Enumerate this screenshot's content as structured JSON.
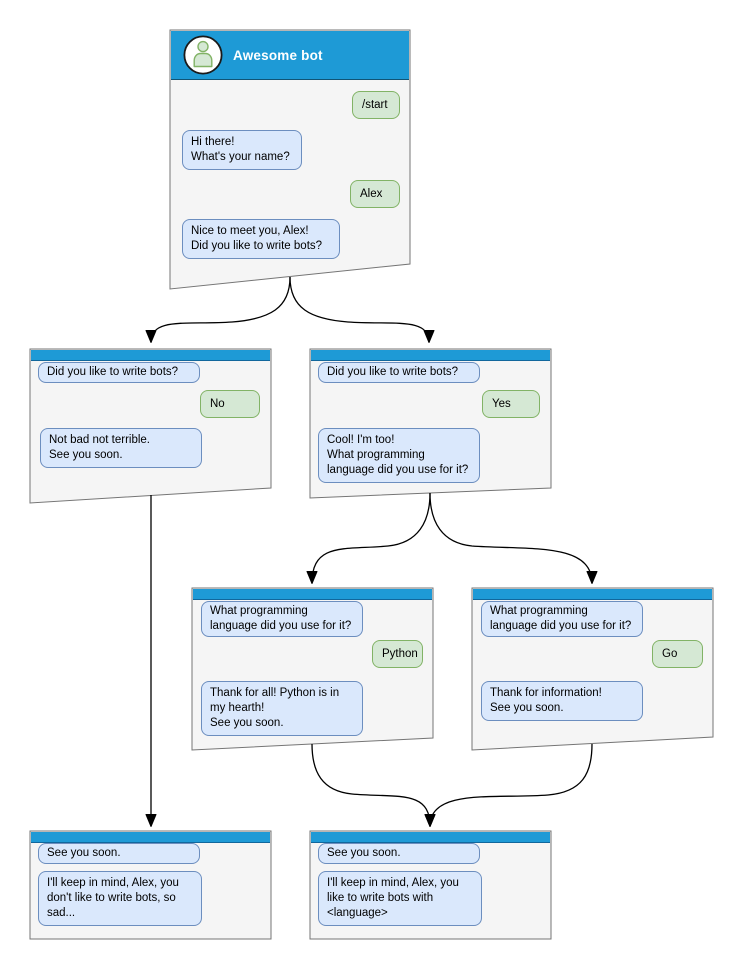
{
  "colors": {
    "header_blue": "#1e9ad6",
    "window_fill": "#f5f5f5",
    "window_border": "#757575",
    "bot_bubble_fill": "#dae8fc",
    "bot_bubble_border": "#6c8ebf",
    "user_bubble_fill": "#d5e8d4",
    "user_bubble_border": "#82b366",
    "arrow": "#000000"
  },
  "main_window": {
    "title": "Awesome bot",
    "avatar_icon": "person-icon",
    "messages": [
      {
        "from": "user",
        "text": "/start"
      },
      {
        "from": "bot",
        "text": "Hi there!\nWhat's your name?"
      },
      {
        "from": "user",
        "text": "Alex"
      },
      {
        "from": "bot",
        "text": "Nice to meet you, Alex!\nDid you like to write bots?"
      }
    ]
  },
  "branch_no": {
    "messages": [
      {
        "from": "bot",
        "text": "Did you like to write bots?"
      },
      {
        "from": "user",
        "text": "No"
      },
      {
        "from": "bot",
        "text": "Not bad not terrible.\nSee you soon."
      }
    ]
  },
  "branch_yes": {
    "messages": [
      {
        "from": "bot",
        "text": "Did you like to write bots?"
      },
      {
        "from": "user",
        "text": "Yes"
      },
      {
        "from": "bot",
        "text": "Cool! I'm too!\nWhat programming\nlanguage did you use for it?"
      }
    ]
  },
  "branch_python": {
    "messages": [
      {
        "from": "bot",
        "text": "What programming\nlanguage did you use for it?"
      },
      {
        "from": "user",
        "text": "Python"
      },
      {
        "from": "bot",
        "text": "Thank for all! Python is in\nmy hearth!\nSee you soon."
      }
    ]
  },
  "branch_go": {
    "messages": [
      {
        "from": "bot",
        "text": "What programming\nlanguage did you use for it?"
      },
      {
        "from": "user",
        "text": "Go"
      },
      {
        "from": "bot",
        "text": "Thank for information!\nSee you soon."
      }
    ]
  },
  "end_no": {
    "messages": [
      {
        "from": "bot",
        "text": "See you soon."
      },
      {
        "from": "bot",
        "text": "I'll keep in mind, Alex, you\ndon't like to write bots, so\nsad..."
      }
    ]
  },
  "end_language": {
    "messages": [
      {
        "from": "bot",
        "text": "See you soon."
      },
      {
        "from": "bot",
        "text": "I'll keep in mind, Alex, you\nlike to write bots with\n<language>"
      }
    ]
  }
}
